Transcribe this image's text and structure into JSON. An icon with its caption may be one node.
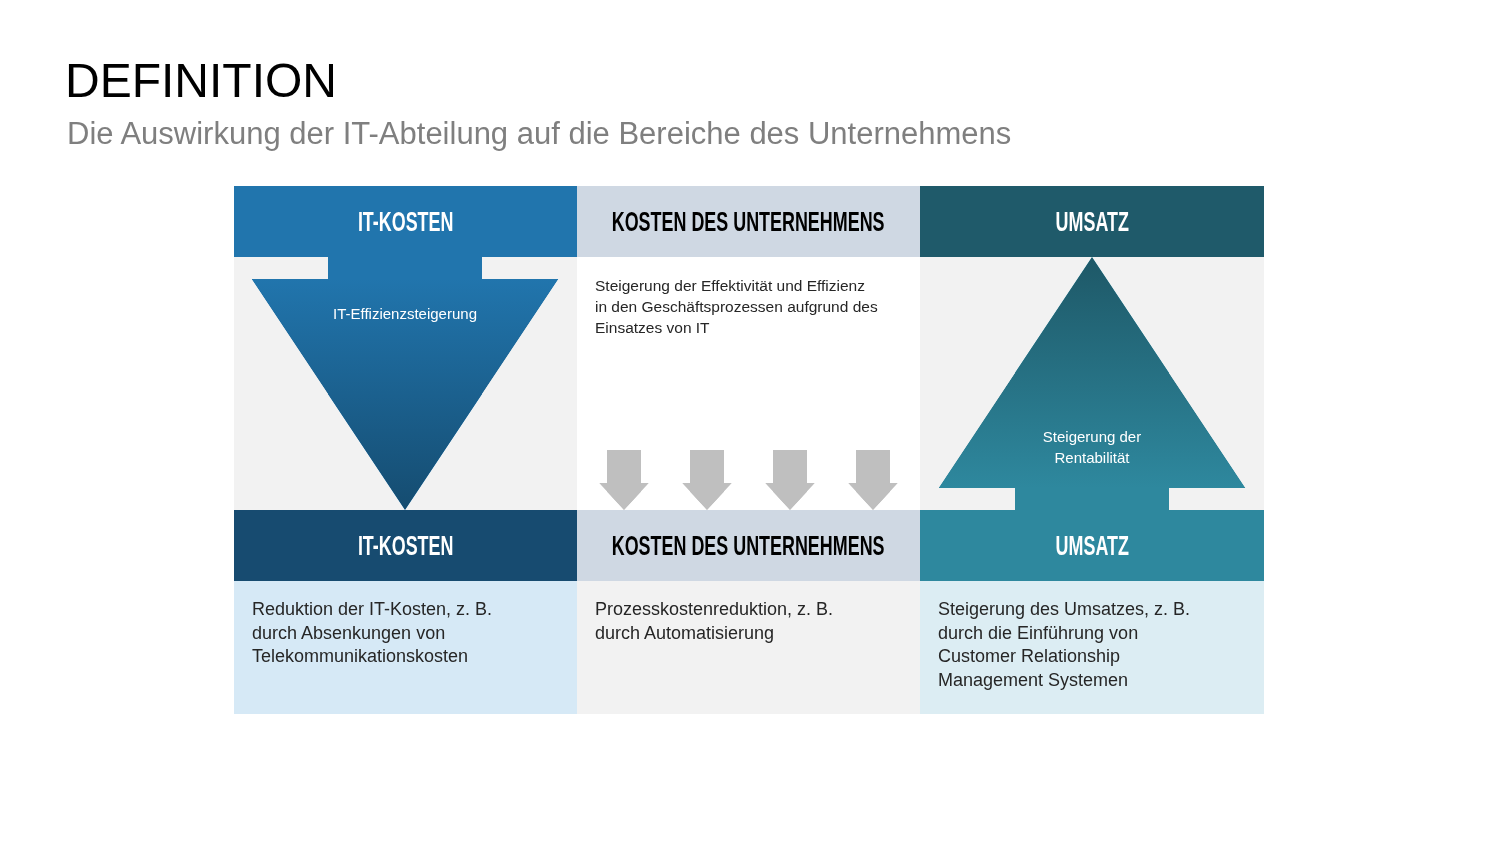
{
  "diagram": {
    "title": "DEFINITION",
    "nodes": [
      {
        "text": [
          "IT-KOSTEN"
        ]
      },
      {
        "text": [
          "KOSTEN DES UNTERNEHMENS"
        ]
      },
      {
        "text": [
          "UMSATZ"
        ]
      },
      {
        "text": [
          "Steigerung der Effektivität und Effizienz in den Geschäftsprozessen aufgrund des Einsatzes von IT"
        ]
      },
      {
        "text": [
          "IT-KOSTEN"
        ]
      },
      {
        "text": [
          "KOSTEN DES UNTERNEHMENS"
        ]
      },
      {
        "text": [
          "UMSATZ"
        ]
      },
      {
        "text": [
          "Reduktion der IT-Kosten, z. B. durch Absenkungen von Telekommunikationskosten"
        ]
      },
      {
        "text": [
          "Prozesskostenreduktion, z. B. durch Automatisierung"
        ]
      },
      {
        "text": [
          "Steigerung des Umsatzes, z. B. durch die Einführung von Customer Relationship Management Systemen"
        ]
      }
    ],
    "edges": [
      {
        "from": 0,
        "to": 4,
        "arrow": "to",
        "label": "IT-Effizienzsteigerung",
        "style": "thick",
        "color": "#2175ad"
      },
      {
        "from": null,
        "to": 5,
        "arrow": "to"
      },
      {
        "from": null,
        "to": 5,
        "arrow": "to"
      },
      {
        "from": null,
        "to": 5,
        "arrow": "to"
      },
      {
        "from": null,
        "to": 5,
        "arrow": "to"
      },
      {
        "from": 6,
        "to": 2,
        "arrow": "to",
        "label": "Steigerung der Rentabilität",
        "style": "thick",
        "color": "#2e889e"
      }
    ],
    "labels": [
      "Die Auswirkung der IT-Abteilung auf die Bereiche des Unternehmens"
    ]
  }
}
